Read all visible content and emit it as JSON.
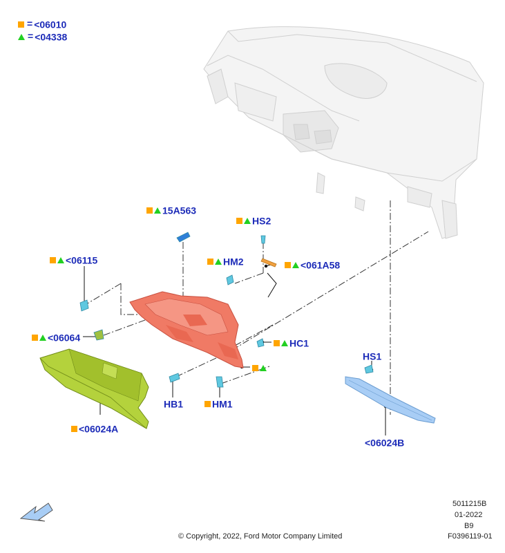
{
  "legend": [
    {
      "symbol": "square",
      "text": "<06010"
    },
    {
      "symbol": "triangle",
      "text": "<04338"
    }
  ],
  "legend_equals": "=",
  "callouts": {
    "c15A563": "15A563",
    "cHS2": "HS2",
    "cHM2": "HM2",
    "c061A58": "<061A58",
    "c06115": "<06115",
    "c06064": "<06064",
    "cHC1": "HC1",
    "cHB1": "HB1",
    "cHM1": "HM1",
    "c06024A": "<06024A",
    "cHS1": "HS1",
    "c06024B": "<06024B"
  },
  "meta": {
    "code1": "5011215B",
    "date": "01-2022",
    "rev": "B9",
    "fig": "F0396119-01",
    "copyright": "© Copyright, 2022, Ford Motor Company Limited"
  },
  "colors": {
    "label": "#1c2bb8",
    "square": "#ffa500",
    "triangle": "#22d022",
    "bracket": "#f07a65",
    "glovebox": "#b4d23c",
    "trim": "#a8cdf5",
    "fastener": "#5fc8e0"
  }
}
